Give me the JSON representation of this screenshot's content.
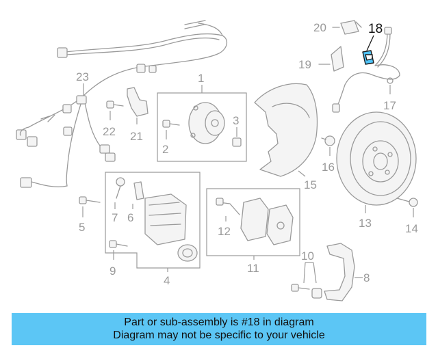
{
  "diagram": {
    "callouts": {
      "c1": "1",
      "c2": "2",
      "c3": "3",
      "c4": "4",
      "c5": "5",
      "c6": "6",
      "c7": "7",
      "c8": "8",
      "c9": "9",
      "c10": "10",
      "c11": "11",
      "c12": "12",
      "c13": "13",
      "c14": "14",
      "c15": "15",
      "c16": "16",
      "c17": "17",
      "c18": "18",
      "c19": "19",
      "c20": "20",
      "c21": "21",
      "c22": "22",
      "c23": "23"
    },
    "highlighted_part": "18",
    "highlight_color": "#4fc3f7",
    "line_color": "#9a9a9a"
  },
  "banner": {
    "line1": "Part or sub-assembly is #18 in diagram",
    "line2": "Diagram may not be specific to your vehicle",
    "background": "#5cc6f5"
  }
}
